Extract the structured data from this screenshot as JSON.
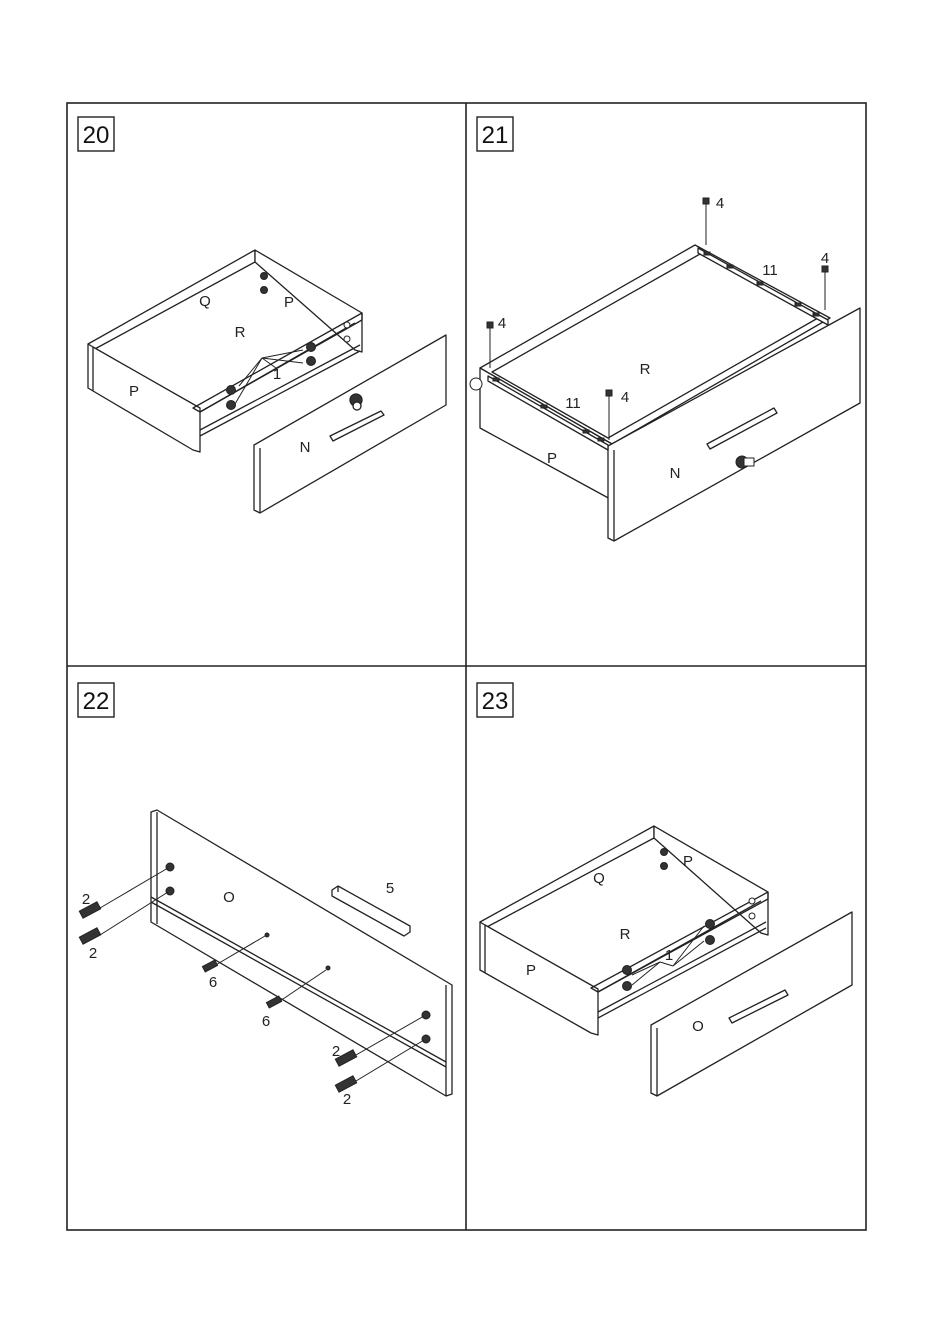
{
  "steps": [
    {
      "number": "20",
      "labels": {
        "q": "Q",
        "p_back": "P",
        "r": "R",
        "dowel": "1",
        "p_side": "P",
        "n": "N"
      }
    },
    {
      "number": "21",
      "labels": {
        "screw_tl": "4",
        "rail_back": "11",
        "screw_tr": "4",
        "screw_l": "4",
        "r": "R",
        "rail_front": "11",
        "screw_front": "4",
        "p": "P",
        "n": "N"
      }
    },
    {
      "number": "22",
      "labels": {
        "cam_a1": "2",
        "cam_a2": "2",
        "o": "O",
        "handle": "5",
        "screw_a": "6",
        "screw_b": "6",
        "cam_b1": "2",
        "cam_b2": "2"
      }
    },
    {
      "number": "23",
      "labels": {
        "p_back": "P",
        "q": "Q",
        "r": "R",
        "dowel": "1",
        "p_side": "P",
        "o": "O"
      }
    }
  ],
  "colors": {
    "line": "#222222",
    "panel": "#ffffff",
    "hardware": "#333333"
  }
}
